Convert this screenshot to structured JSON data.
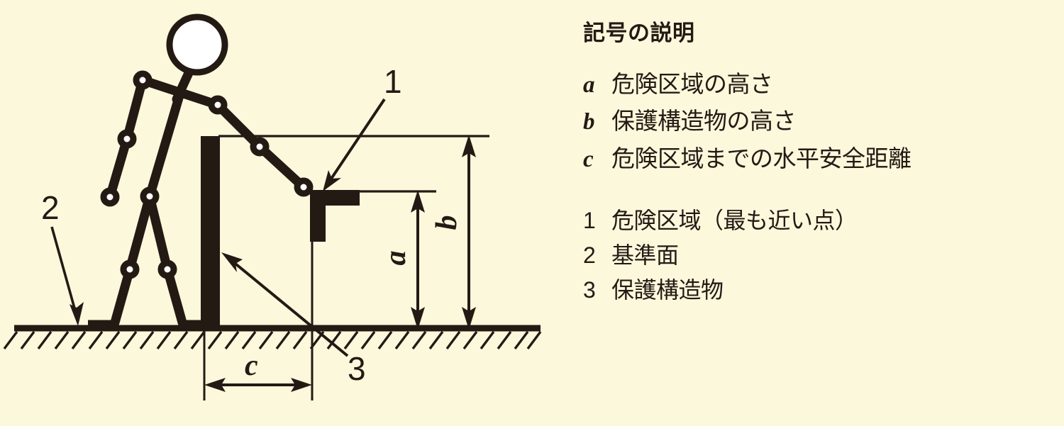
{
  "colors": {
    "background": "#fbf8dc",
    "ink": "#241a14",
    "joint_fill": "#ffffff"
  },
  "legend": {
    "title": "記号の説明",
    "symbols": [
      {
        "key": "a",
        "text": "危険区域の高さ"
      },
      {
        "key": "b",
        "text": "保護構造物の高さ"
      },
      {
        "key": "c",
        "text": "危険区域までの水平安全距離"
      }
    ],
    "numbers": [
      {
        "key": "1",
        "text": "危険区域（最も近い点）"
      },
      {
        "key": "2",
        "text": "基準面"
      },
      {
        "key": "3",
        "text": "保護構造物"
      }
    ]
  },
  "diagram": {
    "dimension_labels": {
      "a": "a",
      "b": "b",
      "c": "c"
    },
    "callouts": {
      "one": "1",
      "two": "2",
      "three": "3"
    }
  }
}
